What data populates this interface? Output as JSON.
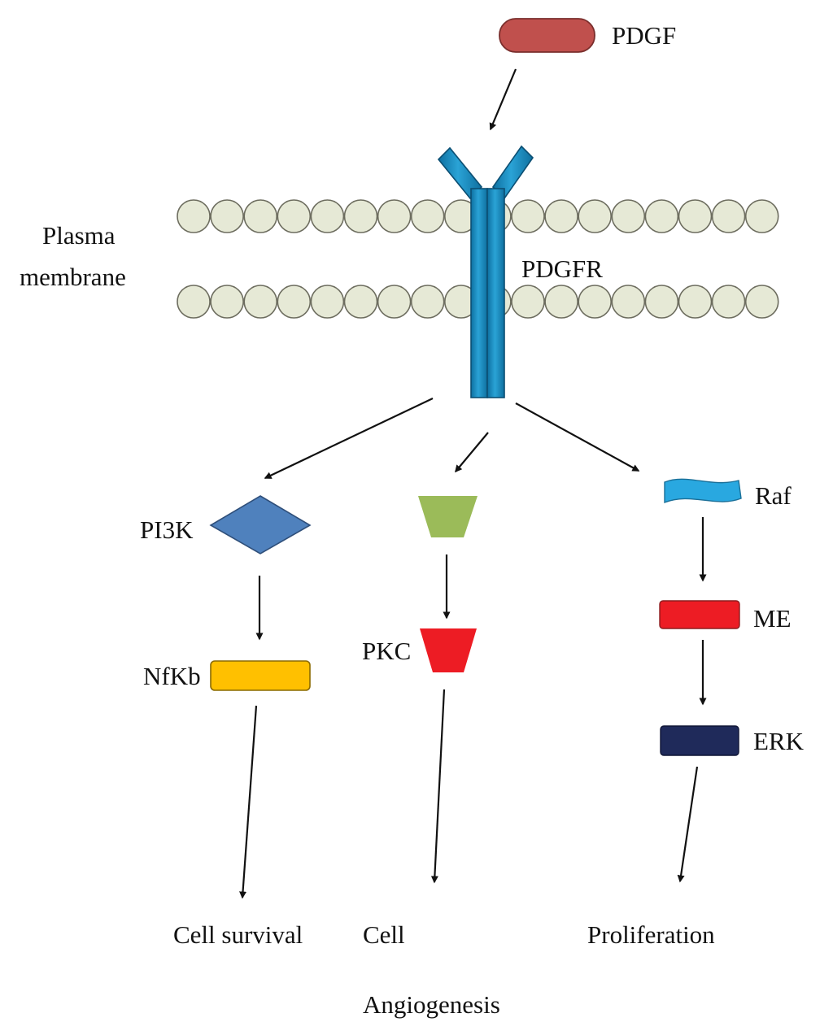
{
  "labels": {
    "ligand": "PDGF",
    "receptor": "PDGFR",
    "membrane_line1": "Plasma",
    "membrane_line2": "membrane",
    "pi3k": "PI3K",
    "nfkb": "NfKb",
    "pkc": "PKC",
    "raf": "Raf",
    "me": "ME",
    "erk": "ERK",
    "outcome_left": "Cell survival",
    "outcome_middle": "Cell",
    "outcome_right": "Proliferation",
    "outcome_bottom": "Angiogenesis"
  },
  "colors": {
    "pdgf": "#c0504d",
    "receptor": "#1e8fc1",
    "membrane_bead": "#e6e9d6",
    "pi3k": "#4f81bd",
    "nfkb": "#ffc000",
    "upstream_pkc": "#9bbb59",
    "pkc": "#ed1c24",
    "raf": "#29a8e0",
    "me": "#ed1c24",
    "erk": "#1f2a5a"
  }
}
